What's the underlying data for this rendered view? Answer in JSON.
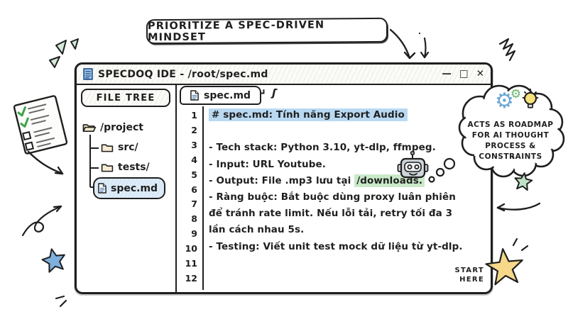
{
  "banner": {
    "text": "PRIORITIZE A SPEC-DRIVEN MINDSET"
  },
  "window": {
    "title": "SPECDOQ IDE - /root/spec.md",
    "controls": {
      "minimize": "—",
      "maximize": "□",
      "close": "✕"
    }
  },
  "file_tree": {
    "header": "FILE TREE",
    "items": [
      {
        "label": "/project",
        "icon": "folder-open-icon"
      },
      {
        "label": "src/",
        "icon": "folder-icon"
      },
      {
        "label": "tests/",
        "icon": "folder-icon"
      },
      {
        "label": "spec.md",
        "icon": "file-icon",
        "selected": true
      }
    ]
  },
  "editor": {
    "tab": {
      "label": "spec.md",
      "icon": "file-icon"
    },
    "line_numbers": [
      "1",
      "2",
      "3",
      "4",
      "5",
      "6",
      "7",
      "8",
      "9",
      "10",
      "11",
      "12"
    ],
    "lines": [
      {
        "text": "# spec.md: Tính năng Export Audio",
        "highlight": "blue"
      },
      {
        "text": ""
      },
      {
        "text": "- Tech stack: Python 3.10, yt-dlp, ffmpeg."
      },
      {
        "text": "- Input: URL Youtube."
      },
      {
        "pre": "- Output: File .mp3 lưu tại ",
        "mark": "/downloads.",
        "highlight": "green"
      },
      {
        "text": "- Ràng buộc: Bắt buộc dùng proxy luân phiên"
      },
      {
        "text": "để tránh rate limit. Nếu lỗi tải, retry tối đa 3"
      },
      {
        "text": "lần cách nhau 5s."
      },
      {
        "text": "- Testing: Viết unit test mock dữ liệu từ yt-dlp."
      }
    ],
    "start_here": {
      "line1": "START",
      "line2": "HERE"
    }
  },
  "cloud": {
    "lines": [
      "ACTS AS ROADMAP",
      "FOR AI THOUGHT",
      "PROCESS &",
      "CONSTRAINTS"
    ]
  },
  "icons": {
    "gear": "⚙",
    "return_arrow": "↵",
    "squiggle": "ʃ"
  },
  "palette": {
    "highlight_blue": "#b9d9f2",
    "highlight_green": "#c9e9c9",
    "selected_item_bg": "#ddecf8",
    "folder_tan": "#f2e3b3",
    "folder_pale": "#f6ecd2",
    "star_blue": "#7fb0dd",
    "star_yellow": "#f6d888",
    "star_green": "#bfe2c6",
    "triangle_green": "#d4ebd8",
    "gear_blue": "#6ba7d6",
    "gear_green": "#63b56a",
    "bulb_yellow": "#f6e17d",
    "robot_gray": "#cdd4da"
  }
}
